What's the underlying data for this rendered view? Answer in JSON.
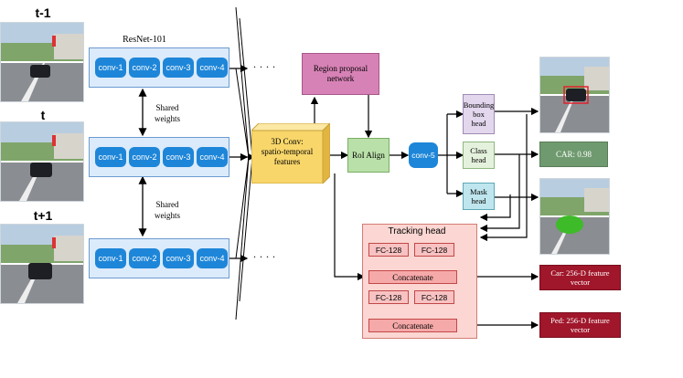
{
  "frames": [
    {
      "label": "t-1",
      "scene": "car-scene"
    },
    {
      "label": "t",
      "scene": "car-scene"
    },
    {
      "label": "t+1",
      "scene": "car-scene"
    }
  ],
  "backbone": {
    "title": "ResNet-101",
    "rows": [
      {
        "convs": [
          "conv-1",
          "conv-2",
          "conv-3",
          "conv-4"
        ],
        "trail": "· · · ·"
      },
      {
        "convs": [
          "conv-1",
          "conv-2",
          "conv-3",
          "conv-4"
        ],
        "trail": ""
      },
      {
        "convs": [
          "conv-1",
          "conv-2",
          "conv-3",
          "conv-4"
        ],
        "trail": "· · · ·"
      }
    ],
    "shared_weights": [
      "Shared\nweights",
      "Shared\nweights"
    ]
  },
  "conv3d": {
    "label": "3D Conv:\nspatio-temporal\nfeatures"
  },
  "rpn": {
    "label": "Region proposal\nnetwork"
  },
  "roi_align": {
    "label": "RoI Align"
  },
  "conv5": {
    "label": "conv-5"
  },
  "heads": {
    "bbox": "Bounding\nbox\nhead",
    "class": "Class\nhead",
    "mask": "Mask\nhead"
  },
  "outputs": {
    "class_result": "CAR: 0.98",
    "car_feature": "Car: 256-D feature\nvector",
    "ped_feature": "Ped: 256-D feature\nvector"
  },
  "tracking": {
    "title": "Tracking head",
    "fc_labels": [
      "FC-128",
      "FC-128",
      "FC-128",
      "FC-128"
    ],
    "concat_labels": [
      "Concatenate",
      "Concatenate"
    ]
  },
  "colors": {
    "conv_block": "#1e86d8",
    "backbone_bg": "#dcebfb",
    "rpn": "#d782b6",
    "roi_align": "#b9e0a8",
    "conv3d": "#f8d66a",
    "bbox_head": "#e3d7ee",
    "class_head": "#e4f1dc",
    "mask_head": "#bfe6ee",
    "tracking_bg": "#fbd6d2",
    "feature_vector": "#a0162a",
    "class_result": "#6f9a6f"
  }
}
